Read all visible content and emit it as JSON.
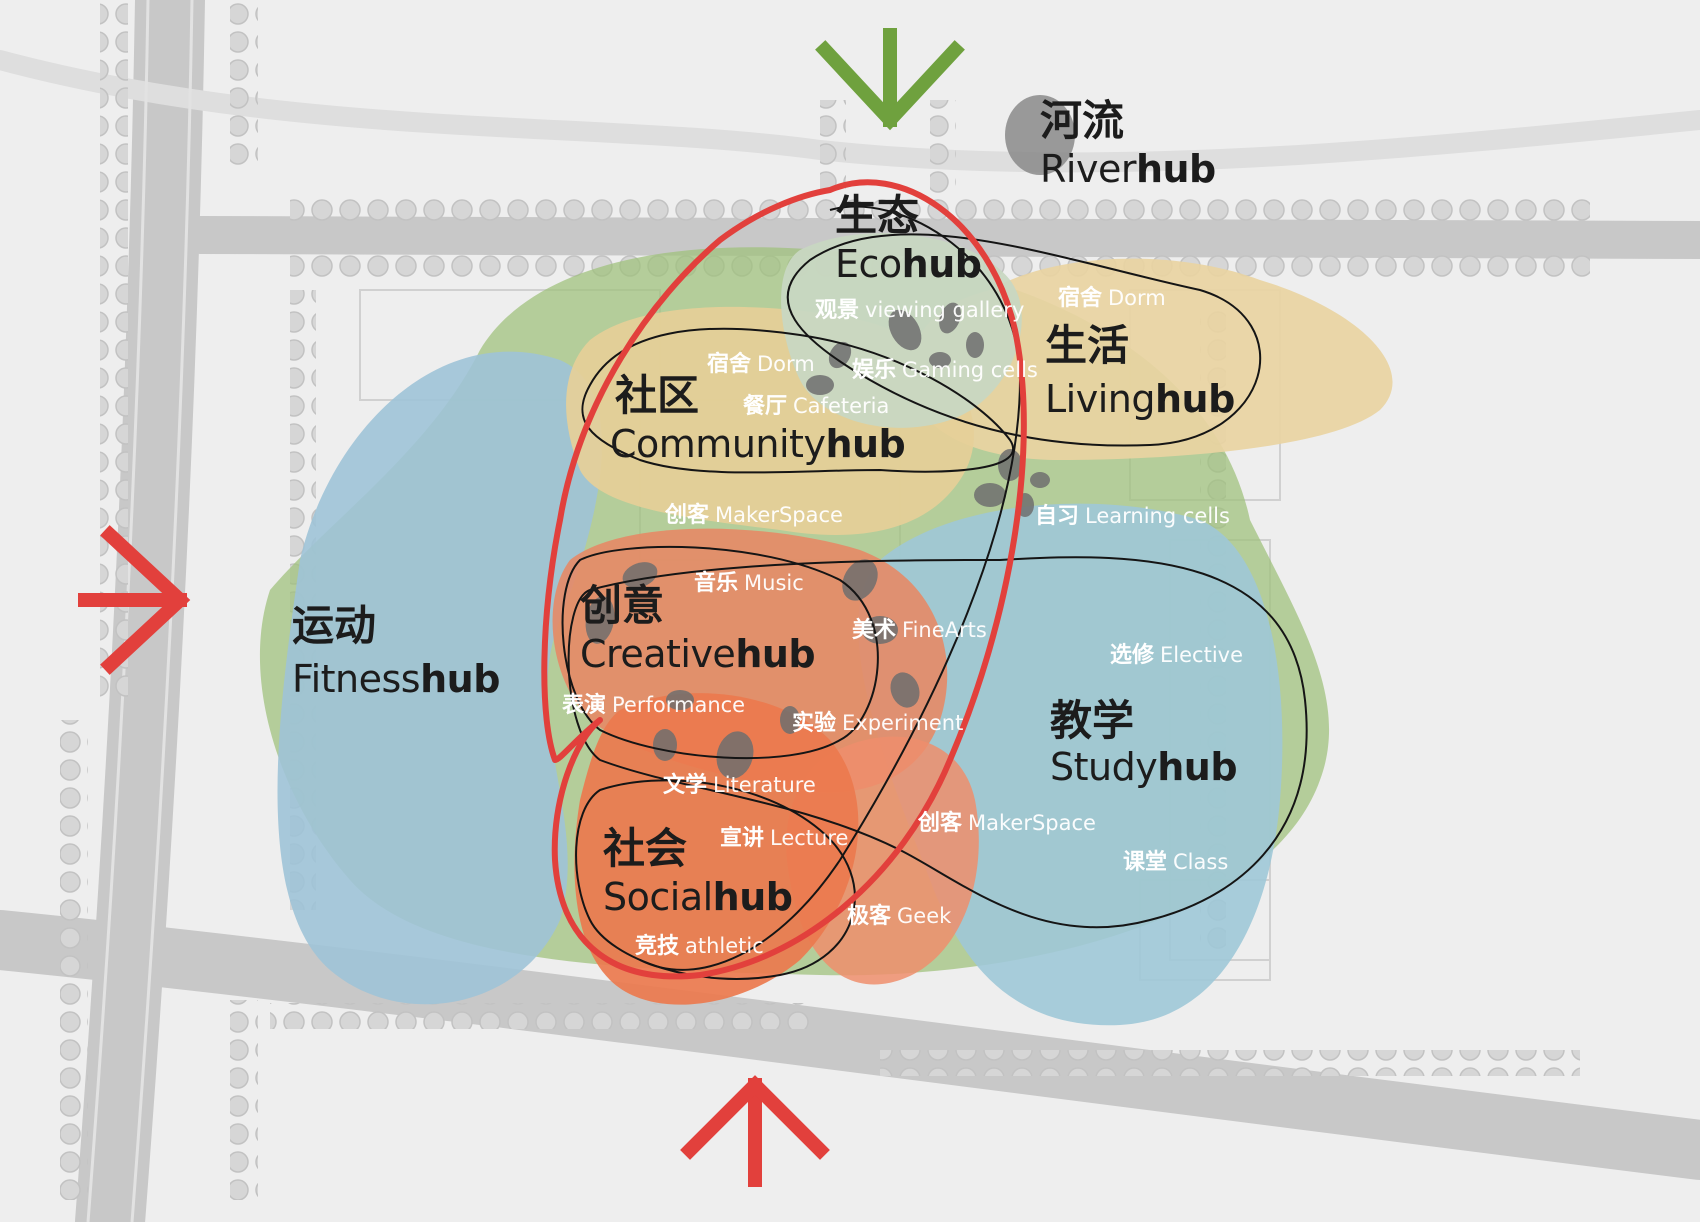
{
  "colors": {
    "background": "#eeeeee",
    "road": "#c9c9c9",
    "tree": "#d4d4d4",
    "eco": "#c8d7c2",
    "living": "#e9d4a2",
    "community": "#e6cf98",
    "fitness": "#9fc3d7",
    "study": "#9fc8d7",
    "green": "#9ec07a",
    "creative": "#e58a66",
    "social": "#ec7a4e",
    "core_outline": "#e2403c",
    "arrow_red": "#e2403c",
    "arrow_green": "#6fa13e"
  },
  "hubs": {
    "river": {
      "zh": "河流",
      "en": "River",
      "hub": "hub"
    },
    "eco": {
      "zh": "生态",
      "en": "Eco",
      "hub": "hub"
    },
    "living": {
      "zh": "生活",
      "en": "Living",
      "hub": "hub"
    },
    "community": {
      "zh": "社区",
      "en": "Community",
      "hub": "hub"
    },
    "creative": {
      "zh": "创意",
      "en": "Creative",
      "hub": "hub"
    },
    "fitness": {
      "zh": "运动",
      "en": "Fitness",
      "hub": "hub"
    },
    "study": {
      "zh": "教学",
      "en": "Study",
      "hub": "hub"
    },
    "social": {
      "zh": "社会",
      "en": "Social",
      "hub": "hub"
    }
  },
  "functions": {
    "viewing": {
      "zh": "观景",
      "en": "viewing gallery"
    },
    "dorm_living": {
      "zh": "宿舍",
      "en": "Dorm"
    },
    "dorm_comm": {
      "zh": "宿舍",
      "en": "Dorm"
    },
    "gaming": {
      "zh": "娱乐",
      "en": "Gaming cells"
    },
    "cafeteria": {
      "zh": "餐厅",
      "en": "Cafeteria"
    },
    "maker1": {
      "zh": "创客",
      "en": "MakerSpace"
    },
    "learning": {
      "zh": "自习",
      "en": "Learning cells"
    },
    "music": {
      "zh": "音乐",
      "en": "Music"
    },
    "finearts": {
      "zh": "美术",
      "en": "FineArts"
    },
    "elective": {
      "zh": "选修",
      "en": "Elective"
    },
    "performance": {
      "zh": "表演",
      "en": "Performance"
    },
    "experiment": {
      "zh": "实验",
      "en": "Experiment"
    },
    "literature": {
      "zh": "文学",
      "en": "Literature"
    },
    "lecture": {
      "zh": "宣讲",
      "en": "Lecture"
    },
    "maker2": {
      "zh": "创客",
      "en": "MakerSpace"
    },
    "class": {
      "zh": "课堂",
      "en": "Class"
    },
    "geek": {
      "zh": "极客",
      "en": "Geek"
    },
    "athletic": {
      "zh": "竞技",
      "en": "athletic"
    }
  },
  "arrows": [
    {
      "name": "north-entry-arrow",
      "color": "green",
      "direction": "down"
    },
    {
      "name": "west-entry-arrow",
      "color": "red",
      "direction": "right"
    },
    {
      "name": "south-entry-arrow",
      "color": "red",
      "direction": "up"
    }
  ]
}
